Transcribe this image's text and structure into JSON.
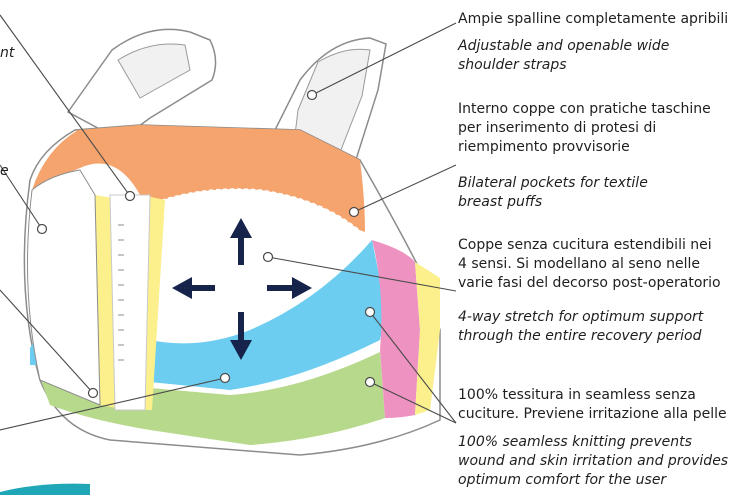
{
  "labels": {
    "straps_it": "Ampie spalline completamente apribili",
    "straps_en": "Adjustable and openable wide\nshoulder straps",
    "pockets_it": "Interno coppe con pratiche taschine\nper inserimento di protesi di\nriempimento provvisorie",
    "pockets_en": "Bilateral pockets for textile\nbreast puffs",
    "cups_it": "Coppe senza cucitura estendibili nei\n4 sensi. Si modellano al seno nelle\nvarie fasi del decorso post-operatorio",
    "cups_en": "4-way stretch for optimum support\nthrough the entire recovery period",
    "seamless_it": "100% tessitura in seamless senza\ncuciture. Previene irritazione alla pelle",
    "seamless_en": "100% seamless knitting prevents\nwound and skin irritation and provides\noptimum comfort for the user",
    "partial_nt": "nt",
    "partial_e": "e"
  },
  "colors": {
    "orange": "#F4A46C",
    "blue": "#6CCDF0",
    "green": "#B7D98B",
    "pink": "#EE93C1",
    "yellow": "#FBF08C",
    "arrow": "#16234A",
    "outline": "#8C8C8C",
    "accent_teal": "#1FA7B8"
  }
}
